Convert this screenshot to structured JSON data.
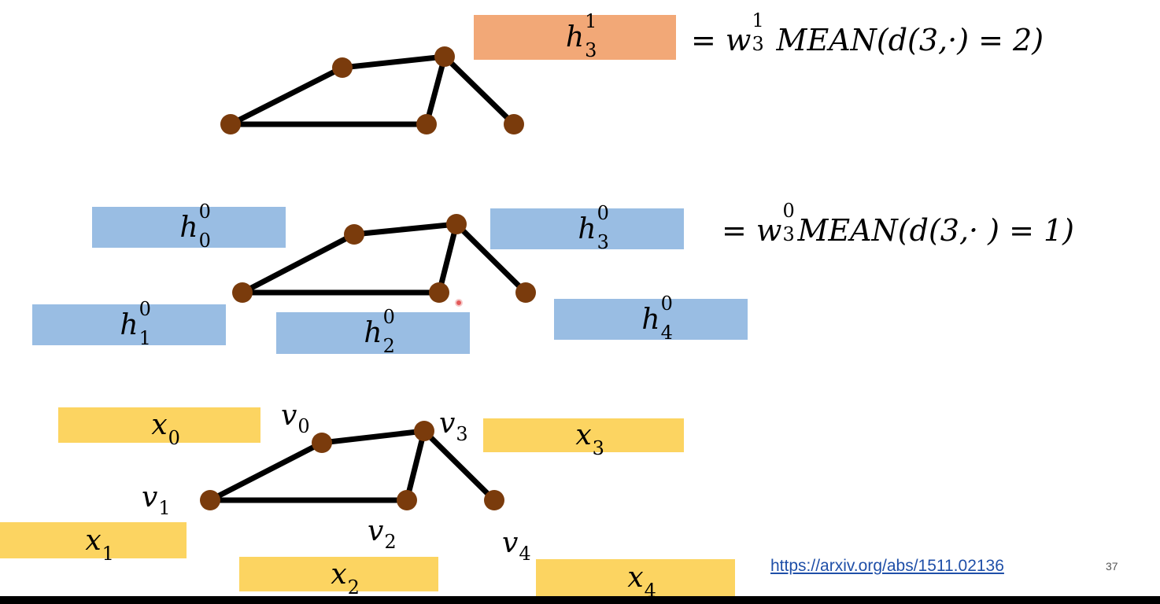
{
  "layer2": {
    "box_label": {
      "base": "h",
      "sup": "1",
      "sub": "3"
    },
    "equation": {
      "w": "w",
      "w_sup": "1",
      "w_sub": "3",
      "text": "MEAN(d(3,·) = 2)"
    }
  },
  "layer1": {
    "boxes": [
      {
        "base": "h",
        "sup": "0",
        "sub": "0"
      },
      {
        "base": "h",
        "sup": "0",
        "sub": "1"
      },
      {
        "base": "h",
        "sup": "0",
        "sub": "2"
      },
      {
        "base": "h",
        "sup": "0",
        "sub": "3"
      },
      {
        "base": "h",
        "sup": "0",
        "sub": "4"
      }
    ],
    "equation": {
      "w": "w",
      "w_sup": "0",
      "w_sub": "3",
      "text": "MEAN(d(3,· ) = 1)"
    }
  },
  "layer0": {
    "boxes": [
      {
        "base": "x",
        "sub": "0"
      },
      {
        "base": "x",
        "sub": "1"
      },
      {
        "base": "x",
        "sub": "2"
      },
      {
        "base": "x",
        "sub": "3"
      },
      {
        "base": "x",
        "sub": "4"
      }
    ],
    "vertices": [
      {
        "base": "v",
        "sub": "0"
      },
      {
        "base": "v",
        "sub": "1"
      },
      {
        "base": "v",
        "sub": "2"
      },
      {
        "base": "v",
        "sub": "3"
      },
      {
        "base": "v",
        "sub": "4"
      }
    ]
  },
  "footer": {
    "link_text": "https://arxiv.org/abs/1511.02136",
    "slide_number": "37"
  },
  "colors": {
    "node": "#7a3b0c",
    "edge": "#000000",
    "orange_box": "#f2a877",
    "blue_box": "#99bde3",
    "yellow_box": "#fcd461",
    "link": "#1f4fa8"
  }
}
